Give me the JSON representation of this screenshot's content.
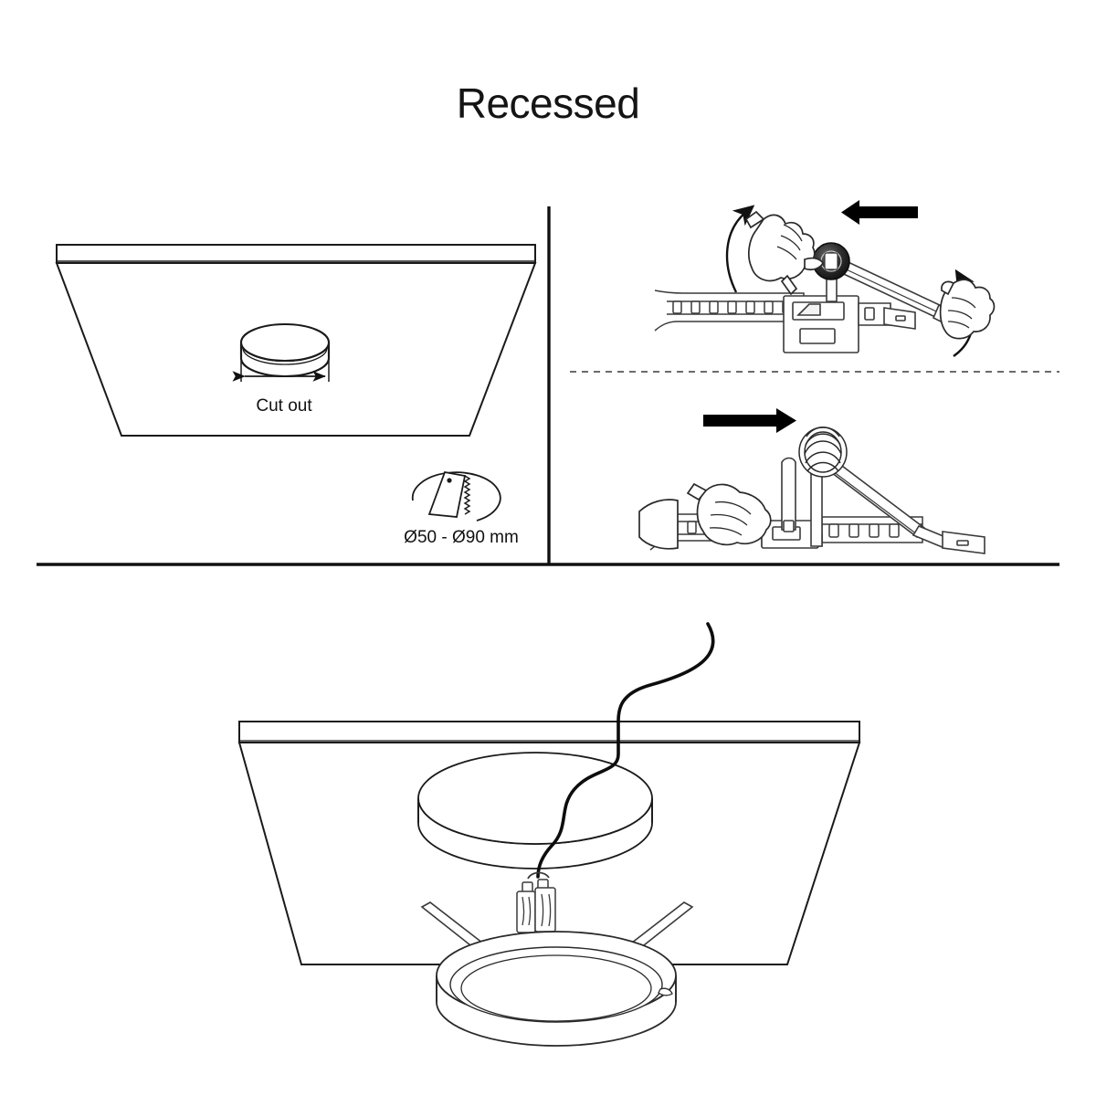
{
  "page": {
    "title": "Recessed",
    "background_color": "#ffffff",
    "line_color": "#1a1a1a",
    "accent_color": "#000000"
  },
  "panels": {
    "top_left": {
      "name": "ceiling-cutout-panel",
      "ceiling_label": "Cut out",
      "hole_size_label": "Ø50 - Ø90 mm",
      "icons": [
        {
          "name": "ceiling-panel-icon",
          "shape": "trapezoid-ceiling"
        },
        {
          "name": "cutout-disc-icon",
          "shape": "cylinder-puck"
        },
        {
          "name": "dimension-arrow-icon",
          "shape": "double-headed-arrow"
        },
        {
          "name": "hole-saw-blade-icon",
          "shape": "jigsaw-blade-in-ellipse"
        }
      ]
    },
    "top_right": {
      "name": "spring-clip-squeeze-panel",
      "icons": [
        {
          "name": "push-arrow-left-icon",
          "direction": "left",
          "color": "#000000"
        },
        {
          "name": "rotate-ccw-arrow-icon",
          "direction": "counter-clockwise"
        },
        {
          "name": "rotate-cw-arrow-icon",
          "direction": "clockwise"
        },
        {
          "name": "left-hand-icon",
          "shape": "hand-pinching"
        },
        {
          "name": "right-hand-icon",
          "shape": "hand-gripping-clip"
        },
        {
          "name": "ceiling-rail-icon",
          "shape": "perforated-rail"
        },
        {
          "name": "spring-clip-icon",
          "shape": "twin-arm-spring-clip"
        }
      ]
    },
    "bottom_right": {
      "name": "fixture-insert-panel",
      "icons": [
        {
          "name": "push-arrow-right-icon",
          "direction": "right",
          "color": "#000000"
        },
        {
          "name": "left-hand-icon",
          "shape": "hand-pushing"
        },
        {
          "name": "ceiling-rail-icon",
          "shape": "perforated-rail"
        },
        {
          "name": "spring-clip-icon",
          "shape": "twin-arm-spring-clip"
        },
        {
          "name": "coil-spring-icon",
          "shape": "coiled-spring"
        }
      ]
    },
    "bottom": {
      "name": "final-assembly-panel",
      "icons": [
        {
          "name": "ceiling-panel-icon",
          "shape": "trapezoid-ceiling"
        },
        {
          "name": "cutout-hole-icon",
          "shape": "ellipse-hole"
        },
        {
          "name": "supply-cable-icon",
          "shape": "s-curve-cable"
        },
        {
          "name": "terminal-block-icon",
          "shape": "two-pole-push-connector"
        },
        {
          "name": "luminaire-icon",
          "shape": "round-downlight"
        },
        {
          "name": "spring-clip-left-icon",
          "shape": "angled-spring-arm"
        },
        {
          "name": "spring-clip-right-icon",
          "shape": "angled-spring-arm"
        }
      ]
    }
  },
  "dividers": [
    {
      "name": "vertical-divider",
      "orientation": "vertical"
    },
    {
      "name": "horizontal-divider",
      "orientation": "horizontal"
    },
    {
      "name": "dashed-divider",
      "orientation": "horizontal",
      "style": "dashed"
    }
  ]
}
